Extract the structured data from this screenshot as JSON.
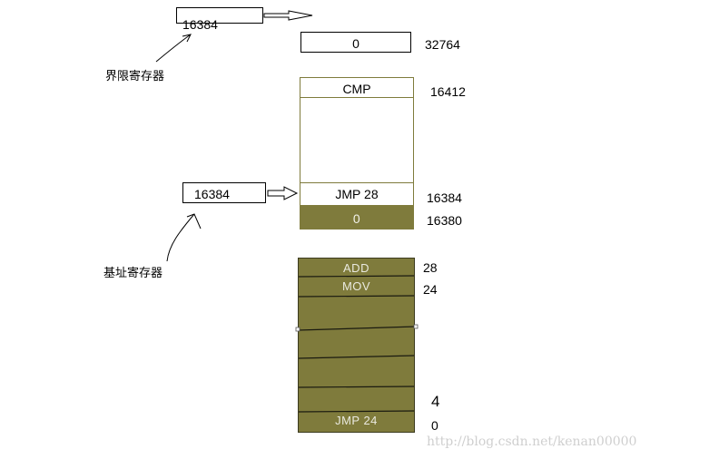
{
  "limit_register": {
    "value": "16384",
    "label": "界限寄存器"
  },
  "base_register": {
    "value": "16384",
    "label": "基址寄存器"
  },
  "upper_memory": {
    "top_cell": {
      "text": "0",
      "address": "32764"
    },
    "block_cells": [
      {
        "text": "CMP",
        "address": "16412"
      },
      {
        "text": "JMP 28",
        "address": "16384"
      },
      {
        "text": "0",
        "address": "16380"
      }
    ]
  },
  "lower_memory": {
    "cells": [
      {
        "text": "ADD",
        "address": "28"
      },
      {
        "text": "MOV",
        "address": "24"
      },
      {
        "text": "JMP 24",
        "address": "0"
      }
    ],
    "extra_address": "4"
  },
  "watermark": "http://blog.csdn.net/kenan00000",
  "colors": {
    "olive_fill": "#7f7b3c",
    "upper_block_border": "#7f7b3c"
  }
}
